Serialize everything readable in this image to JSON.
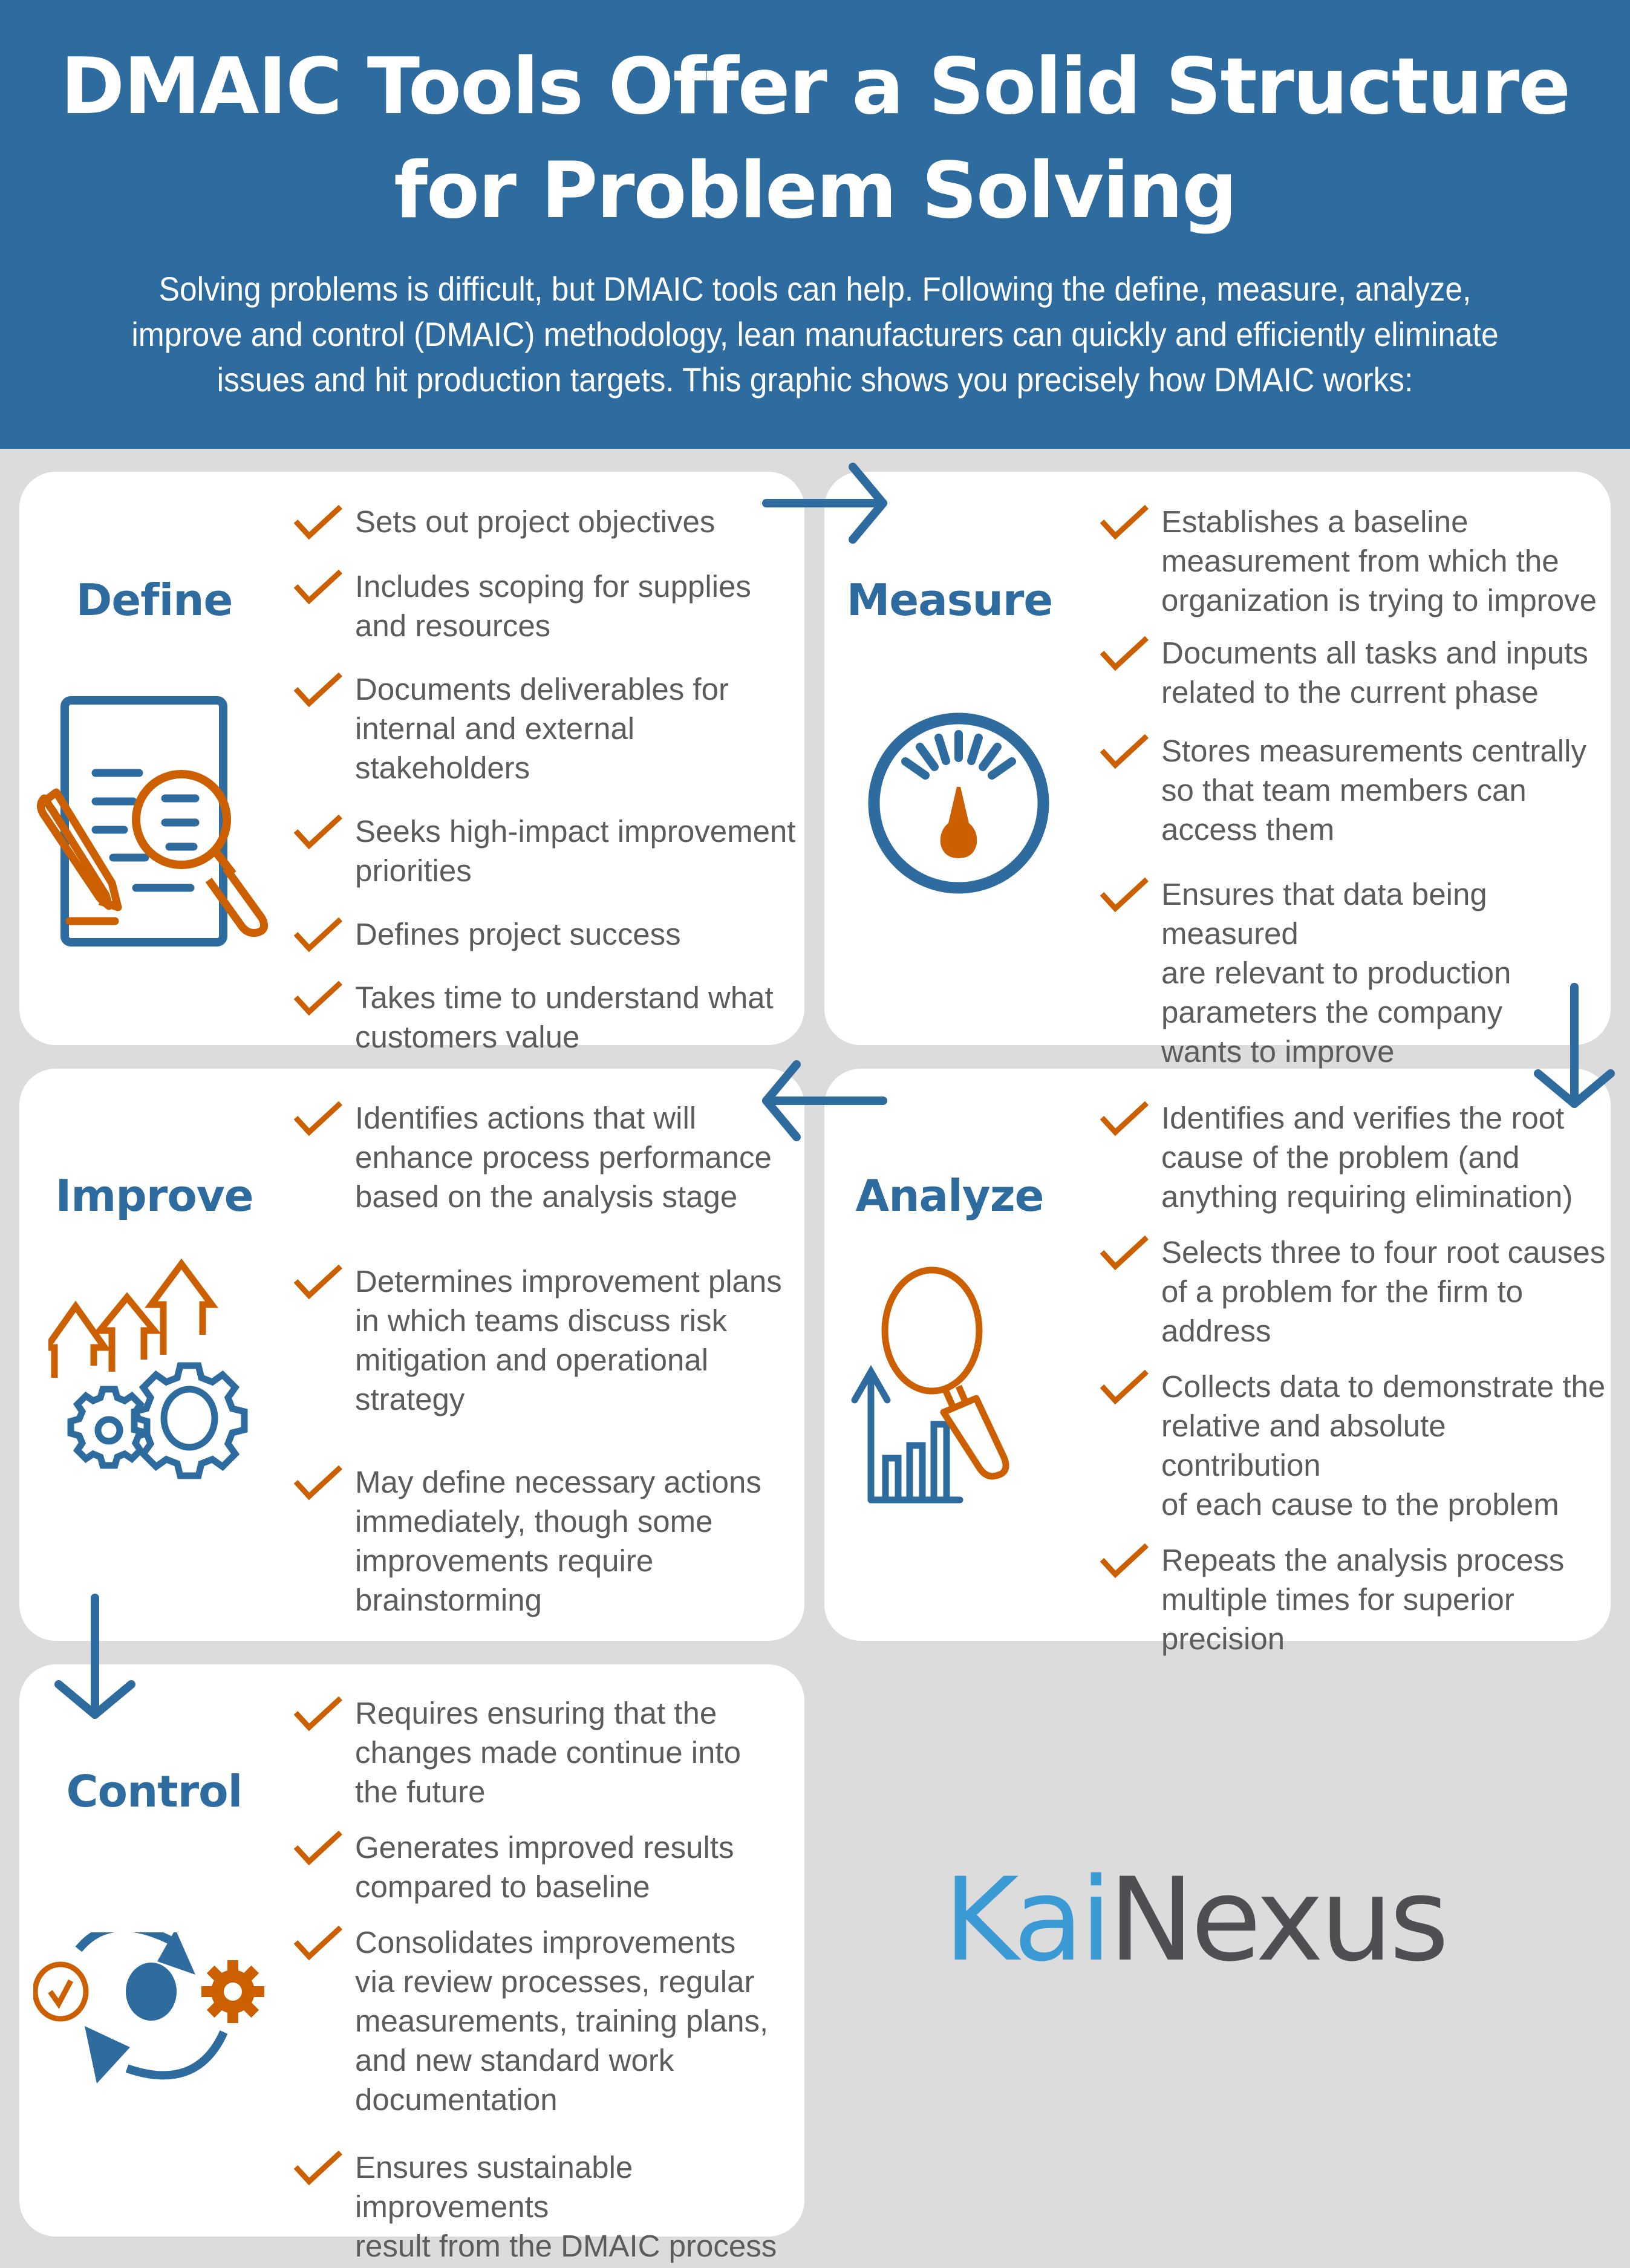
{
  "header": {
    "title_line1": "DMAIC Tools Offer a Solid Structure",
    "title_line2": "for Problem Solving",
    "subtitle": "Solving problems is difficult, but DMAIC tools can help. Following the define, measure, analyze, improve and control (DMAIC) methodology, lean manufacturers can quickly and efficiently eliminate issues and hit production targets. This graphic shows you precisely how DMAIC works:"
  },
  "colors": {
    "header_bg": "#2e6b9e",
    "page_bg": "#dcdcdc",
    "card_bg": "#ffffff",
    "accent_blue": "#2e6b9e",
    "accent_orange": "#cc5f00",
    "body_text": "#5c5c5c",
    "logo_kai": "#3a9ad4",
    "logo_nexus": "#4d4f52"
  },
  "phases": [
    {
      "name": "Define",
      "icon": "document-magnifier-pencil-icon",
      "items": [
        "Sets out project objectives",
        "Includes scoping for supplies\nand resources",
        "Documents deliverables for\ninternal and external stakeholders",
        "Seeks high-impact improvement\npriorities",
        "Defines project success",
        "Takes time to understand what\ncustomers value"
      ]
    },
    {
      "name": "Measure",
      "icon": "gauge-icon",
      "items": [
        "Establishes a baseline\nmeasurement from which the\norganization is trying to improve",
        "Documents all tasks and inputs\nrelated to the current phase",
        "Stores measurements centrally\nso that team members can\naccess them",
        "Ensures that data being measured\nare relevant to production\nparameters the company\nwants to improve"
      ]
    },
    {
      "name": "Analyze",
      "icon": "chart-magnifier-icon",
      "items": [
        "Identifies and verifies the root\ncause of the problem (and\nanything requiring elimination)",
        "Selects three to four root causes\nof a problem for the firm to\naddress",
        "Collects data to demonstrate the\nrelative and absolute contribution\nof each cause to the problem",
        "Repeats the analysis process\nmultiple times for superior\nprecision"
      ]
    },
    {
      "name": "Improve",
      "icon": "gears-arrows-up-icon",
      "items": [
        "Identifies actions that will\nenhance process performance\nbased on the analysis stage",
        "Determines improvement plans\nin which teams discuss risk\nmitigation and operational\nstrategy",
        "May define necessary actions\nimmediately, though some\nimprovements require\nbrainstorming"
      ]
    },
    {
      "name": "Control",
      "icon": "cycle-check-gear-icon",
      "items": [
        "Requires ensuring that the\nchanges made continue into\nthe future",
        "Generates improved results\ncompared to baseline",
        "Consolidates improvements\nvia review processes, regular\nmeasurements, training plans,\nand new standard work\ndocumentation",
        "Ensures sustainable improvements\nresult from the DMAIC process"
      ]
    }
  ],
  "flow_arrows": [
    "right",
    "down",
    "left",
    "down"
  ],
  "logo": {
    "part1": "Kai",
    "part2": "Nexus"
  }
}
